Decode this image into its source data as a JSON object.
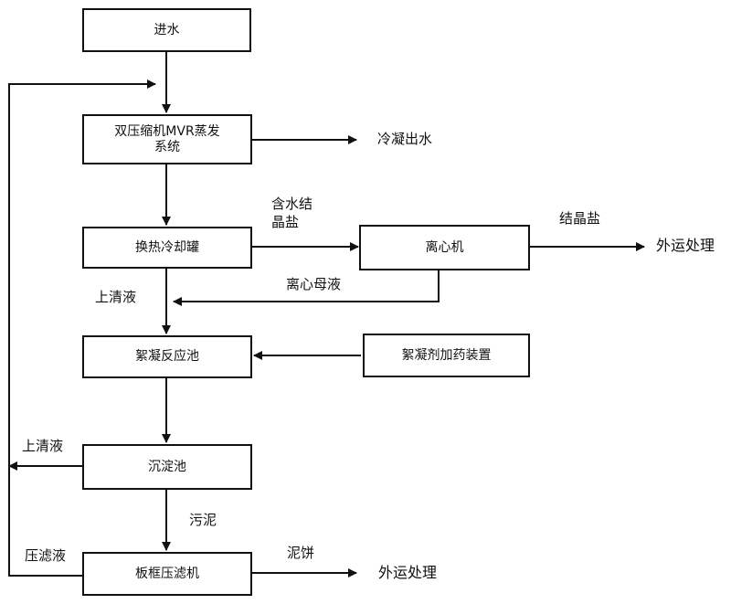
{
  "nodes": {
    "inlet": "进水",
    "mvr": "双压缩机MVR蒸发\n系统",
    "cooling": "换热冷却罐",
    "centrifuge": "离心机",
    "flocculation": "絮凝反应池",
    "dosing": "絮凝剂加药装置",
    "sedimentation": "沉淀池",
    "filter_press": "板框压滤机"
  },
  "labels": {
    "condensate_out": "冷凝出水",
    "wet_salt": "含水结\n晶盐",
    "crystal_salt": "结晶盐",
    "transport_1": "外运处理",
    "mother_liquor": "离心母液",
    "supernatant_1": "上清液",
    "supernatant_2": "上清液",
    "sludge": "污泥",
    "filtrate": "压滤液",
    "mud_cake": "泥饼",
    "transport_2": "外运处理"
  }
}
